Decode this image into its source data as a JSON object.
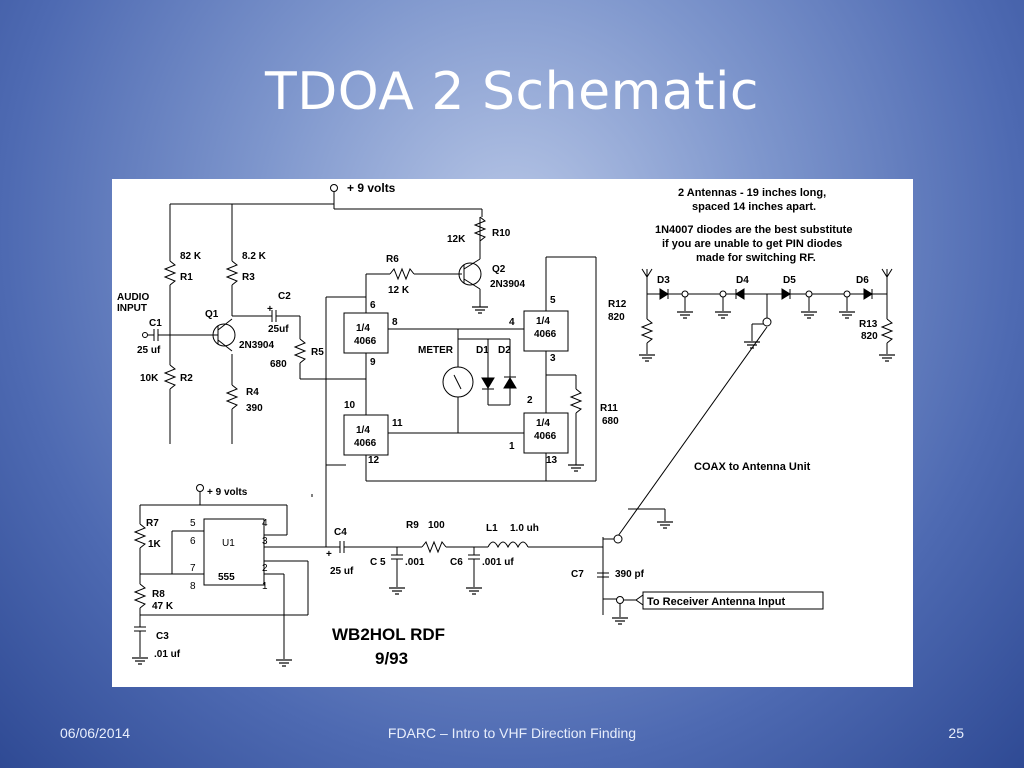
{
  "slide": {
    "title": "TDOA 2 Schematic",
    "footer_date": "06/06/2014",
    "footer_center": "FDARC – Intro to VHF Direction Finding",
    "footer_page": "25"
  },
  "schematic": {
    "supply_top": "+ 9 volts",
    "supply_bottom": "+ 9 volts",
    "audio_input_1": "AUDIO",
    "audio_input_2": "INPUT",
    "r1": "R1",
    "r1_val": "82 K",
    "r2": "R2",
    "r2_val": "10K",
    "r3": "R3",
    "r3_val": "8.2 K",
    "r4": "R4",
    "r4_val": "390",
    "r5": "R5",
    "r5_val": "680",
    "r6": "R6",
    "r6_val": "12 K",
    "r7": "R7",
    "r7_val": "1K",
    "r8": "R8",
    "r8_val": "47 K",
    "r9": "R9",
    "r9_val": "100",
    "r10": "R10",
    "r10_val": "12K",
    "r11": "R11",
    "r11_val": "680",
    "r12": "R12",
    "r12_val": "820",
    "r13": "R13",
    "r13_val": "820",
    "c1": "C1",
    "c1_val": "25 uf",
    "c2": "C2",
    "c2_val": "25uf",
    "c3": "C3",
    "c3_val": ".01 uf",
    "c4": "C4",
    "c4_val": "25 uf",
    "c5": "C 5",
    "c5_val": ".001",
    "c6": "C6",
    "c6_val": ".001 uf",
    "c7": "C7",
    "c7_val": "390 pf",
    "l1": "L1",
    "l1_val": "1.0 uh",
    "q1": "Q1",
    "q1_part": "2N3904",
    "q2": "Q2",
    "q2_part": "2N3904",
    "u1": "U1",
    "u1_part": "555",
    "gate_a": "1/4",
    "gate_b": "4066",
    "meter": "METER",
    "d1": "D1",
    "d2": "D2",
    "d3": "D3",
    "d4": "D4",
    "d5": "D5",
    "d6": "D6",
    "plus": "+",
    "pins_4066": [
      "6",
      "8",
      "9",
      "10",
      "11",
      "12",
      "5",
      "4",
      "3",
      "2",
      "1",
      "13"
    ],
    "pins_555": [
      "5",
      "6",
      "7",
      "8",
      "4",
      "3",
      "2",
      "1"
    ],
    "note_1a": "2 Antennas - 19 inches long,",
    "note_1b": "spaced 14 inches apart.",
    "note_2a": "1N4007 diodes are the best substitute",
    "note_2b": "if you are unable to get PIN diodes",
    "note_2c": "made for switching RF.",
    "coax_label": "COAX to Antenna Unit",
    "receiver_label": "To Receiver Antenna Input",
    "credit_1": "WB2HOL RDF",
    "credit_2": "9/93"
  }
}
